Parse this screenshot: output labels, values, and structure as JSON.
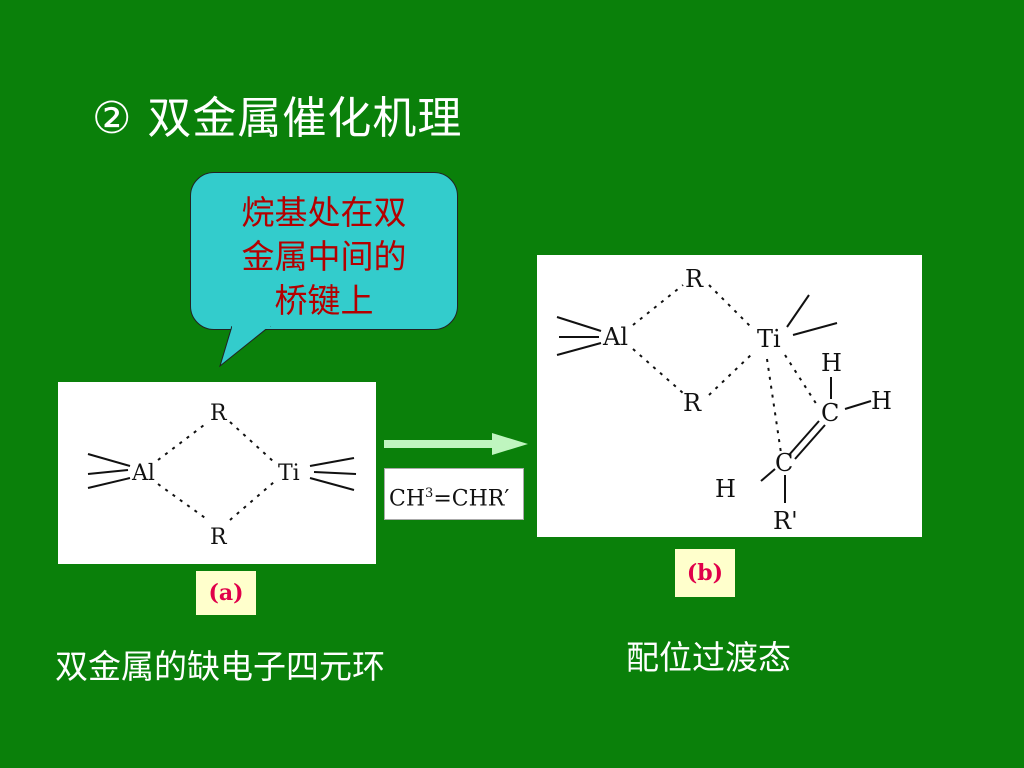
{
  "slide": {
    "title": "② 双金属催化机理"
  },
  "callout": {
    "lines": [
      "烷基处在双",
      "金属中间的",
      "桥键上"
    ],
    "fill_color": "#33cccc",
    "text_color": "#b40000"
  },
  "structure_a": {
    "atoms": [
      "Al",
      "Ti",
      "R",
      "R"
    ]
  },
  "structure_b": {
    "atoms": [
      "Al",
      "Ti",
      "R",
      "R",
      "H",
      "H",
      "C",
      "C",
      "H",
      "R'"
    ]
  },
  "reagent": {
    "formula_main": "CH",
    "formula_sup": "3",
    "formula_rest": "=CHR′"
  },
  "labels": {
    "a": "(a)",
    "b": "(b)"
  },
  "captions": {
    "a": "双金属的缺电子四元环",
    "b": "配位过渡态"
  },
  "colors": {
    "background": "#0a800a",
    "label_background": "#ffffcc",
    "label_text": "#e0004a"
  }
}
